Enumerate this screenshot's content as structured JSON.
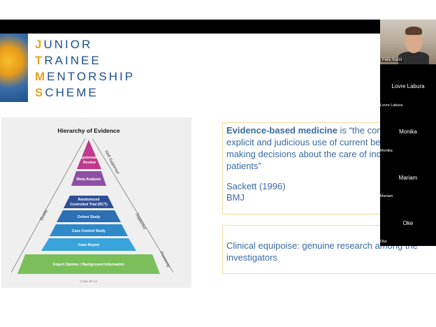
{
  "logo": {
    "lines": [
      {
        "cap": "J",
        "rest": "UNIOR"
      },
      {
        "cap": "T",
        "rest": "RAINEE"
      },
      {
        "cap": "M",
        "rest": "ENTORSHIP"
      },
      {
        "cap": "S",
        "rest": "CHEME"
      }
    ]
  },
  "pyramid": {
    "title": "Hierarchy of Evidence",
    "levels": [
      {
        "label": "Systematic",
        "label2": "Review",
        "color": "#c0398b"
      },
      {
        "label": "Meta-Analysis",
        "label2": "",
        "color": "#8d4fa6"
      },
      {
        "label": "Randomized",
        "label2": "Controlled Trial (RCT)",
        "color": "#2f4f97"
      },
      {
        "label": "Cohort Study",
        "label2": "",
        "color": "#2c6fb3"
      },
      {
        "label": "Case Control Study",
        "label2": "",
        "color": "#2f89c9"
      },
      {
        "label": "Case Report",
        "label2": "",
        "color": "#39a3dc"
      },
      {
        "label": "Expert Opinion / Background Information",
        "label2": "",
        "color": "#7bbf5a"
      }
    ],
    "side_quality": "Quality",
    "side_well_supported": "Well Supported",
    "side_supported": "Supported",
    "side_promising": "Promising",
    "copyright": "© 2020, RY LLC"
  },
  "slide": {
    "ebm_bold": "Evidence-based medicine",
    "ebm_rest": " is “the conscientious, explicit and judicious use of current best evidence in making decisions about the care of individual patients”",
    "citation_line1": "Sackett (1996)",
    "citation_line2": "BMJ",
    "equipoise": "Clinical equipoise: genuine research among the investigators"
  },
  "participants": {
    "active_name": "Felix Karst",
    "tiles": [
      {
        "center": "Lovre Labura",
        "corner": "Lovre Labura"
      },
      {
        "center": "Monika",
        "corner": "Monika"
      },
      {
        "center": "Mariam",
        "corner": "Mariam"
      },
      {
        "center": "Oke",
        "corner": "Oke"
      }
    ]
  }
}
